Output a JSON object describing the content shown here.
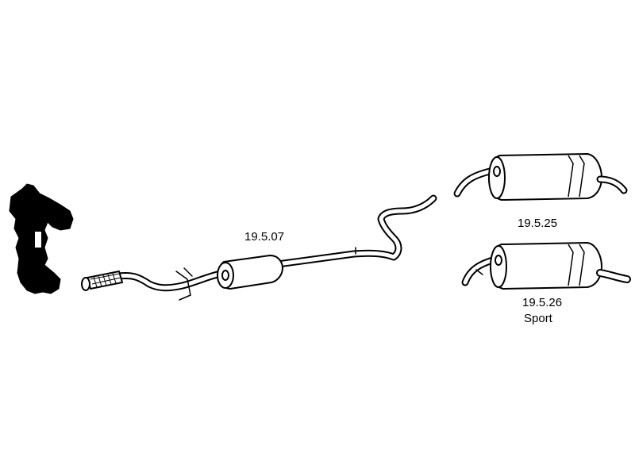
{
  "parts": {
    "middle_section": {
      "label": "19.5.07"
    },
    "rear_silencer": {
      "label": "19.5.25"
    },
    "rear_silencer_sport": {
      "label": "19.5.26",
      "variant": "Sport"
    }
  },
  "colors": {
    "line": "#000000",
    "fill": "#ffffff"
  }
}
